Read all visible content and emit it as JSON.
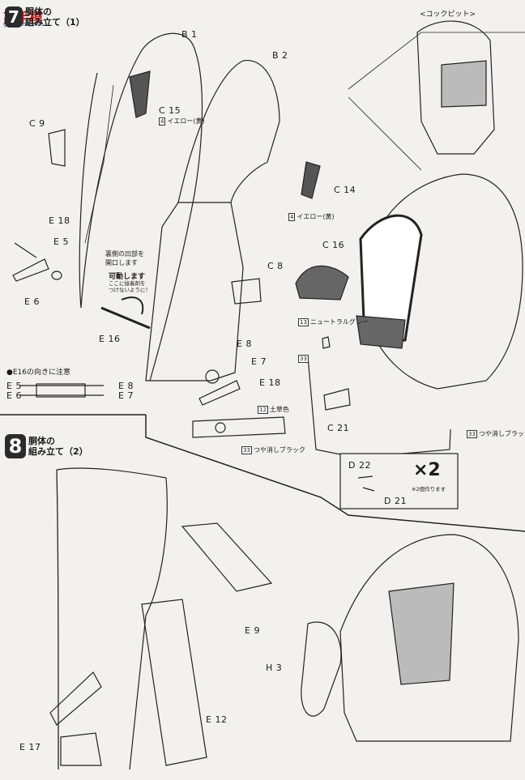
{
  "watermark": {
    "main": "高手模",
    "sub": "gao-shou.com"
  },
  "step7": {
    "num": "7",
    "title_l1": "胴体の",
    "title_l2": "組み立て（1）"
  },
  "step8": {
    "num": "8",
    "title_l1": "胴体の",
    "title_l2": "組み立て（2）"
  },
  "cockpit_title": "<コックピット>",
  "parts": {
    "b1": "B 1",
    "b2": "B 2",
    "c15": "C 15",
    "c9": "C 9",
    "c14": "C 14",
    "e18a": "E 18",
    "e5": "E 5",
    "e6": "E 6",
    "c16": "C 16",
    "c8": "C 8",
    "e16": "E 16",
    "e8": "E 8",
    "e7": "E 7",
    "e18b": "E 18",
    "c21": "C 21",
    "d22": "D 22",
    "d21": "D 21",
    "e9": "E 9",
    "h3": "H 3",
    "e12": "E 12",
    "e17": "E 17"
  },
  "colors": {
    "c15": {
      "code": "4",
      "name": "イエロー(黄)"
    },
    "c14": {
      "code": "4",
      "name": "イエロー(黄)"
    },
    "c16": {
      "code": "13",
      "name": "ニュートラルグレー"
    },
    "earth": {
      "code": "12",
      "name": "土草色"
    },
    "black_a": {
      "code": "33",
      "name": "つや消しブラック"
    },
    "black_b": {
      "code": "33",
      "name": "つや消しブラック"
    },
    "black_c": {
      "code": "33",
      "name": ""
    }
  },
  "notes": {
    "ura_l1": "裏側の凹部を",
    "ura_l2": "開口します",
    "kado": "可動します",
    "kado_sub1": "ここに接着剤を",
    "kado_sub2": "つけないように！",
    "e16_note": "●E16の向きに注意",
    "e5": "E 5",
    "e6": "E 6",
    "e8": "E 8",
    "e7": "E 7",
    "x2": "×2",
    "x2_sub": "※2個作ります"
  },
  "accent": "#2b2b2b",
  "brand_red": "#c62828"
}
